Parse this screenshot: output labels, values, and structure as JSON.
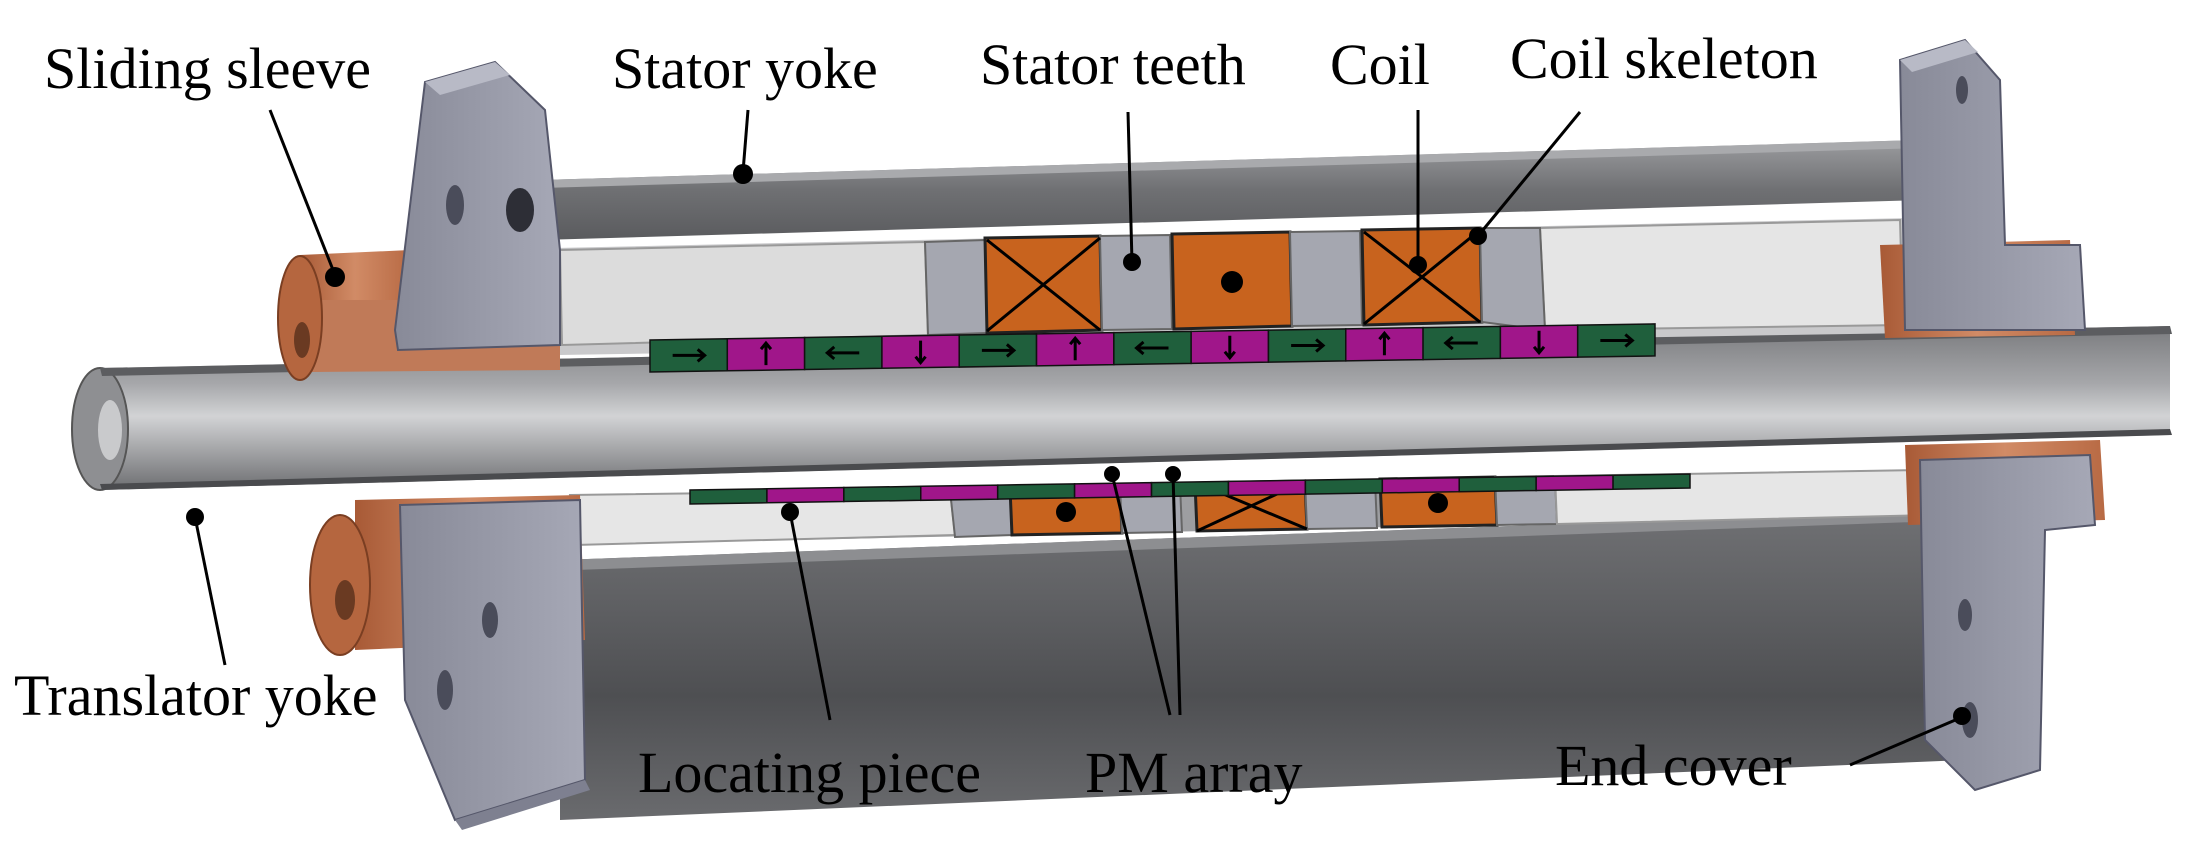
{
  "labels": {
    "sliding_sleeve": "Sliding sleeve",
    "stator_yoke": "Stator yoke",
    "stator_teeth": "Stator teeth",
    "coil": "Coil",
    "coil_skeleton": "Coil skeleton",
    "translator_yoke": "Translator yoke",
    "locating_piece": "Locating piece",
    "pm_array": "PM array",
    "end_cover": "End cover"
  },
  "colors": {
    "steel_dark": "#5f6063",
    "steel_mid": "#8c8d90",
    "steel_light": "#b9babd",
    "end_cover": "#9a9caa",
    "copper": "#c97a55",
    "coil": "#c8631e",
    "pm_magenta": "#a0168a",
    "pm_green": "#1f5f3c",
    "teeth": "#a8aab3",
    "locating": "#e3e3e3"
  },
  "pm_top_arrows": [
    "right",
    "up",
    "left",
    "down",
    "right",
    "up",
    "left",
    "down",
    "right",
    "up",
    "left",
    "down",
    "right"
  ],
  "top_coils": [
    "cross",
    "dot",
    "cross"
  ],
  "bottom_coils": [
    "dot",
    "cross",
    "dot"
  ]
}
